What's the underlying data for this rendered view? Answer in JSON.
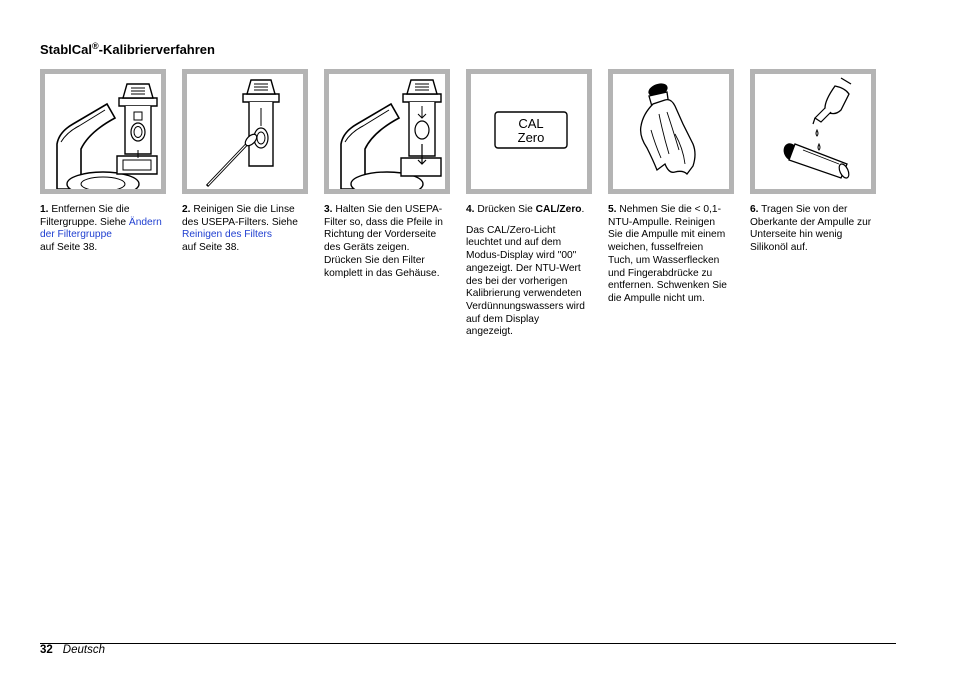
{
  "page": {
    "title_main": "StablCal",
    "title_sup": "®",
    "title_rest": "-Kalibrierverfahren",
    "page_number": "32",
    "language": "Deutsch"
  },
  "steps": [
    {
      "num": "1.",
      "text1": " Entfernen Sie die Filtergruppe. Siehe ",
      "link": "Ändern der Filtergruppe",
      "text2": " auf Seite 38."
    },
    {
      "num": "2.",
      "text1": " Reinigen Sie die Linse des USEPA-Filters. Siehe ",
      "link": "Reinigen des Filters",
      "text2": " auf Seite 38."
    },
    {
      "num": "3.",
      "text1": " Halten Sie den USEPA-Filter so, dass die Pfeile in Richtung der Vorderseite des Geräts zeigen. Drücken Sie den Filter komplett in das Gehäuse."
    },
    {
      "num": "4.",
      "text1": " Drücken Sie ",
      "bold": "CAL/Zero",
      "text2": ".",
      "para2": "Das CAL/Zero-Licht leuchtet und auf dem Modus-Display wird \"00\" angezeigt. Der NTU-Wert des bei der vorherigen Kalibrierung verwendeten Verdünnungswassers wird auf dem Display angezeigt.",
      "button_line1": "CAL",
      "button_line2": "Zero"
    },
    {
      "num": "5.",
      "text1": " Nehmen Sie die < 0,1-NTU-Ampulle. Reinigen Sie die Ampulle mit einem weichen, fusselfreien Tuch, um Wasserflecken und Fingerabdrücke zu entfernen. Schwenken Sie die Ampulle nicht um."
    },
    {
      "num": "6.",
      "text1": " Tragen Sie von der Oberkante der Ampulle zur Unterseite hin wenig Silikonöl auf."
    }
  ]
}
